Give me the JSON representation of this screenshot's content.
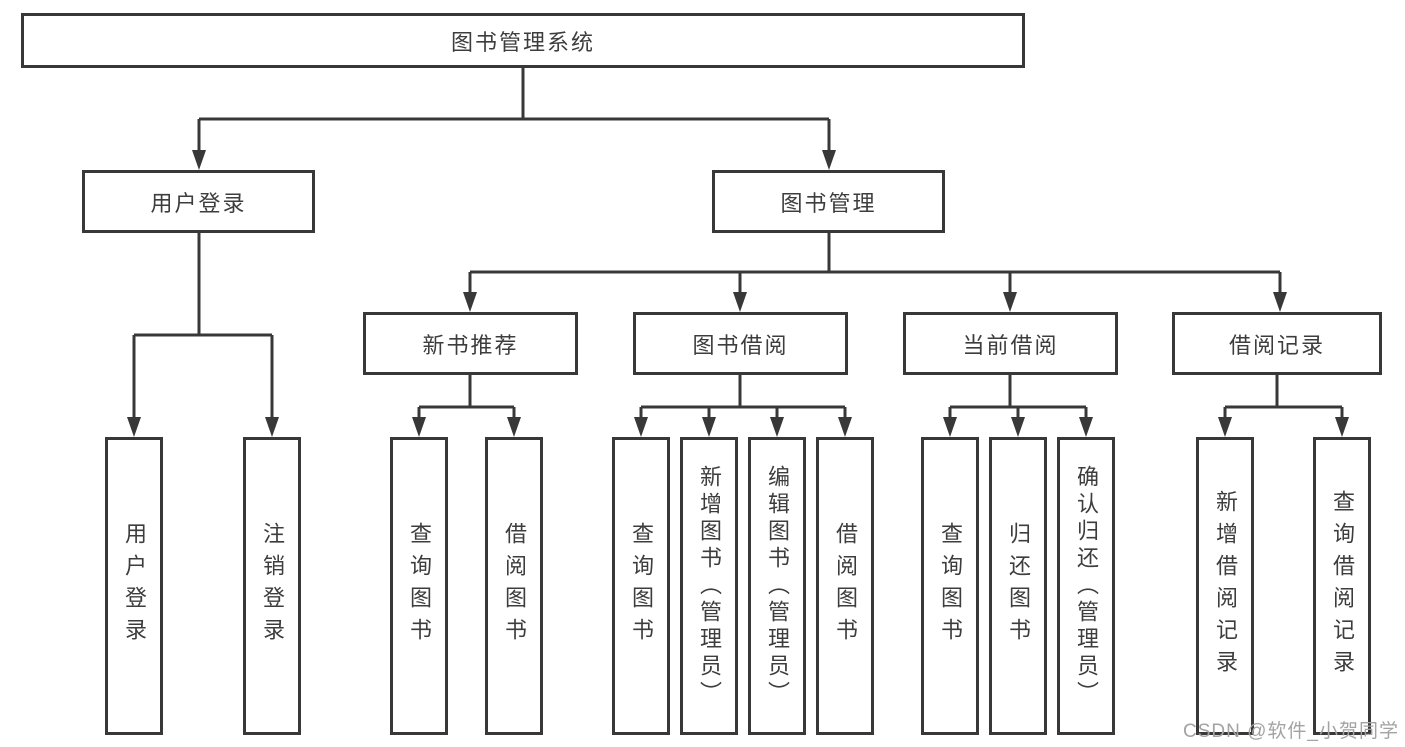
{
  "diagram": {
    "root": "图书管理系统",
    "level2": {
      "user_login": "用户登录",
      "book_mgmt": "图书管理"
    },
    "level3": {
      "new_book_rec": "新书推荐",
      "book_borrow": "图书借阅",
      "current_borrow": "当前借阅",
      "borrow_record": "借阅记录"
    },
    "leaves": {
      "user_login": [
        "用户登录",
        "注销登录"
      ],
      "new_book_rec": [
        "查询图书",
        "借阅图书"
      ],
      "book_borrow": [
        "查询图书",
        "新增图书（管理员）",
        "编辑图书（管理员）",
        "借阅图书"
      ],
      "current_borrow": [
        "查询图书",
        "归还图书",
        "确认归还（管理员）"
      ],
      "borrow_record": [
        "新增借阅记录",
        "查询借阅记录"
      ]
    }
  },
  "watermark": "CSDN @软件_小贺同学",
  "colors": {
    "line": "#383838",
    "box_border": "#383838",
    "text": "#3d3d3d",
    "watermark": "#a3a3a3",
    "background": "#ffffff"
  }
}
